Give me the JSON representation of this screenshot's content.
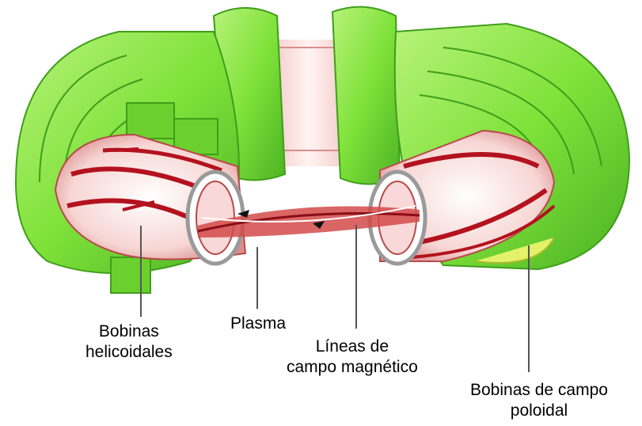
{
  "labels": {
    "helical_coils": [
      "Bobinas",
      "helicoidales"
    ],
    "plasma": "Plasma",
    "field_lines": [
      "Líneas de",
      "campo magnético"
    ],
    "poloidal_coils": [
      "Bobinas de campo",
      "poloidal"
    ]
  },
  "colors": {
    "coil_green": "#7fe23a",
    "coil_green_dark": "#3f9e1a",
    "coil_green_light": "#b8f27a",
    "vessel_pink": "#f4c7c7",
    "vessel_white": "#fff4f2",
    "plasma_red": "#b3121e",
    "leader_line": "#555555"
  }
}
